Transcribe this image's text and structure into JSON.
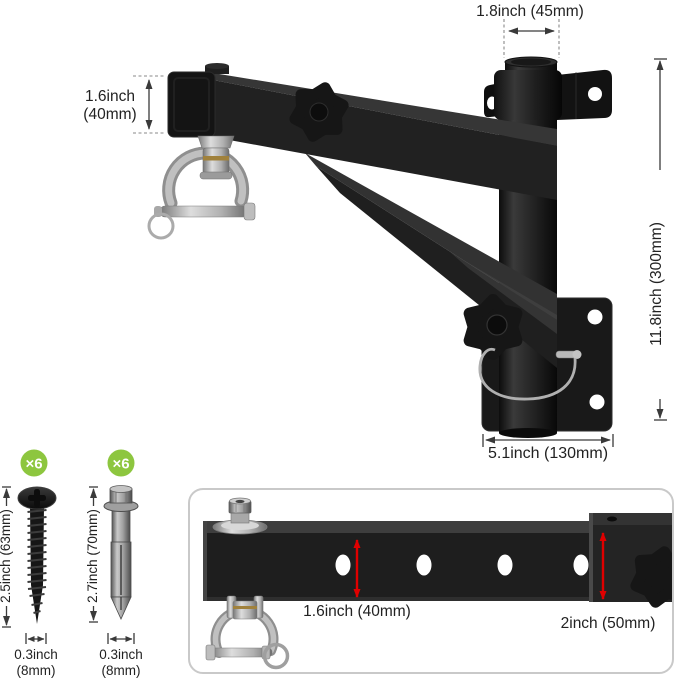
{
  "annotations": {
    "top_width": "1.8inch (45mm)",
    "cap_height_line1": "1.6inch",
    "cap_height_line2": "(40mm)",
    "post_height": "11.8inch (300mm)",
    "plate_width": "5.1inch (130mm)"
  },
  "hardware": {
    "screw": {
      "qty": "×6",
      "length": "2.5inch (63mm)",
      "diameter_line1": "0.3inch",
      "diameter_line2": "(8mm)"
    },
    "anchor": {
      "qty": "×6",
      "length": "2.7inch (70mm)",
      "diameter_line1": "0.3inch",
      "diameter_line2": "(8mm)"
    }
  },
  "closeup": {
    "bar_height": "1.6inch (40mm)",
    "end_width": "2inch (50mm)"
  },
  "colors": {
    "badge_green": "#8dc63f",
    "dim_red": "#e00000",
    "dim_dark": "#3a3a3a",
    "product_black": "#1d1d1d",
    "panel_border": "#c9c9c9"
  }
}
